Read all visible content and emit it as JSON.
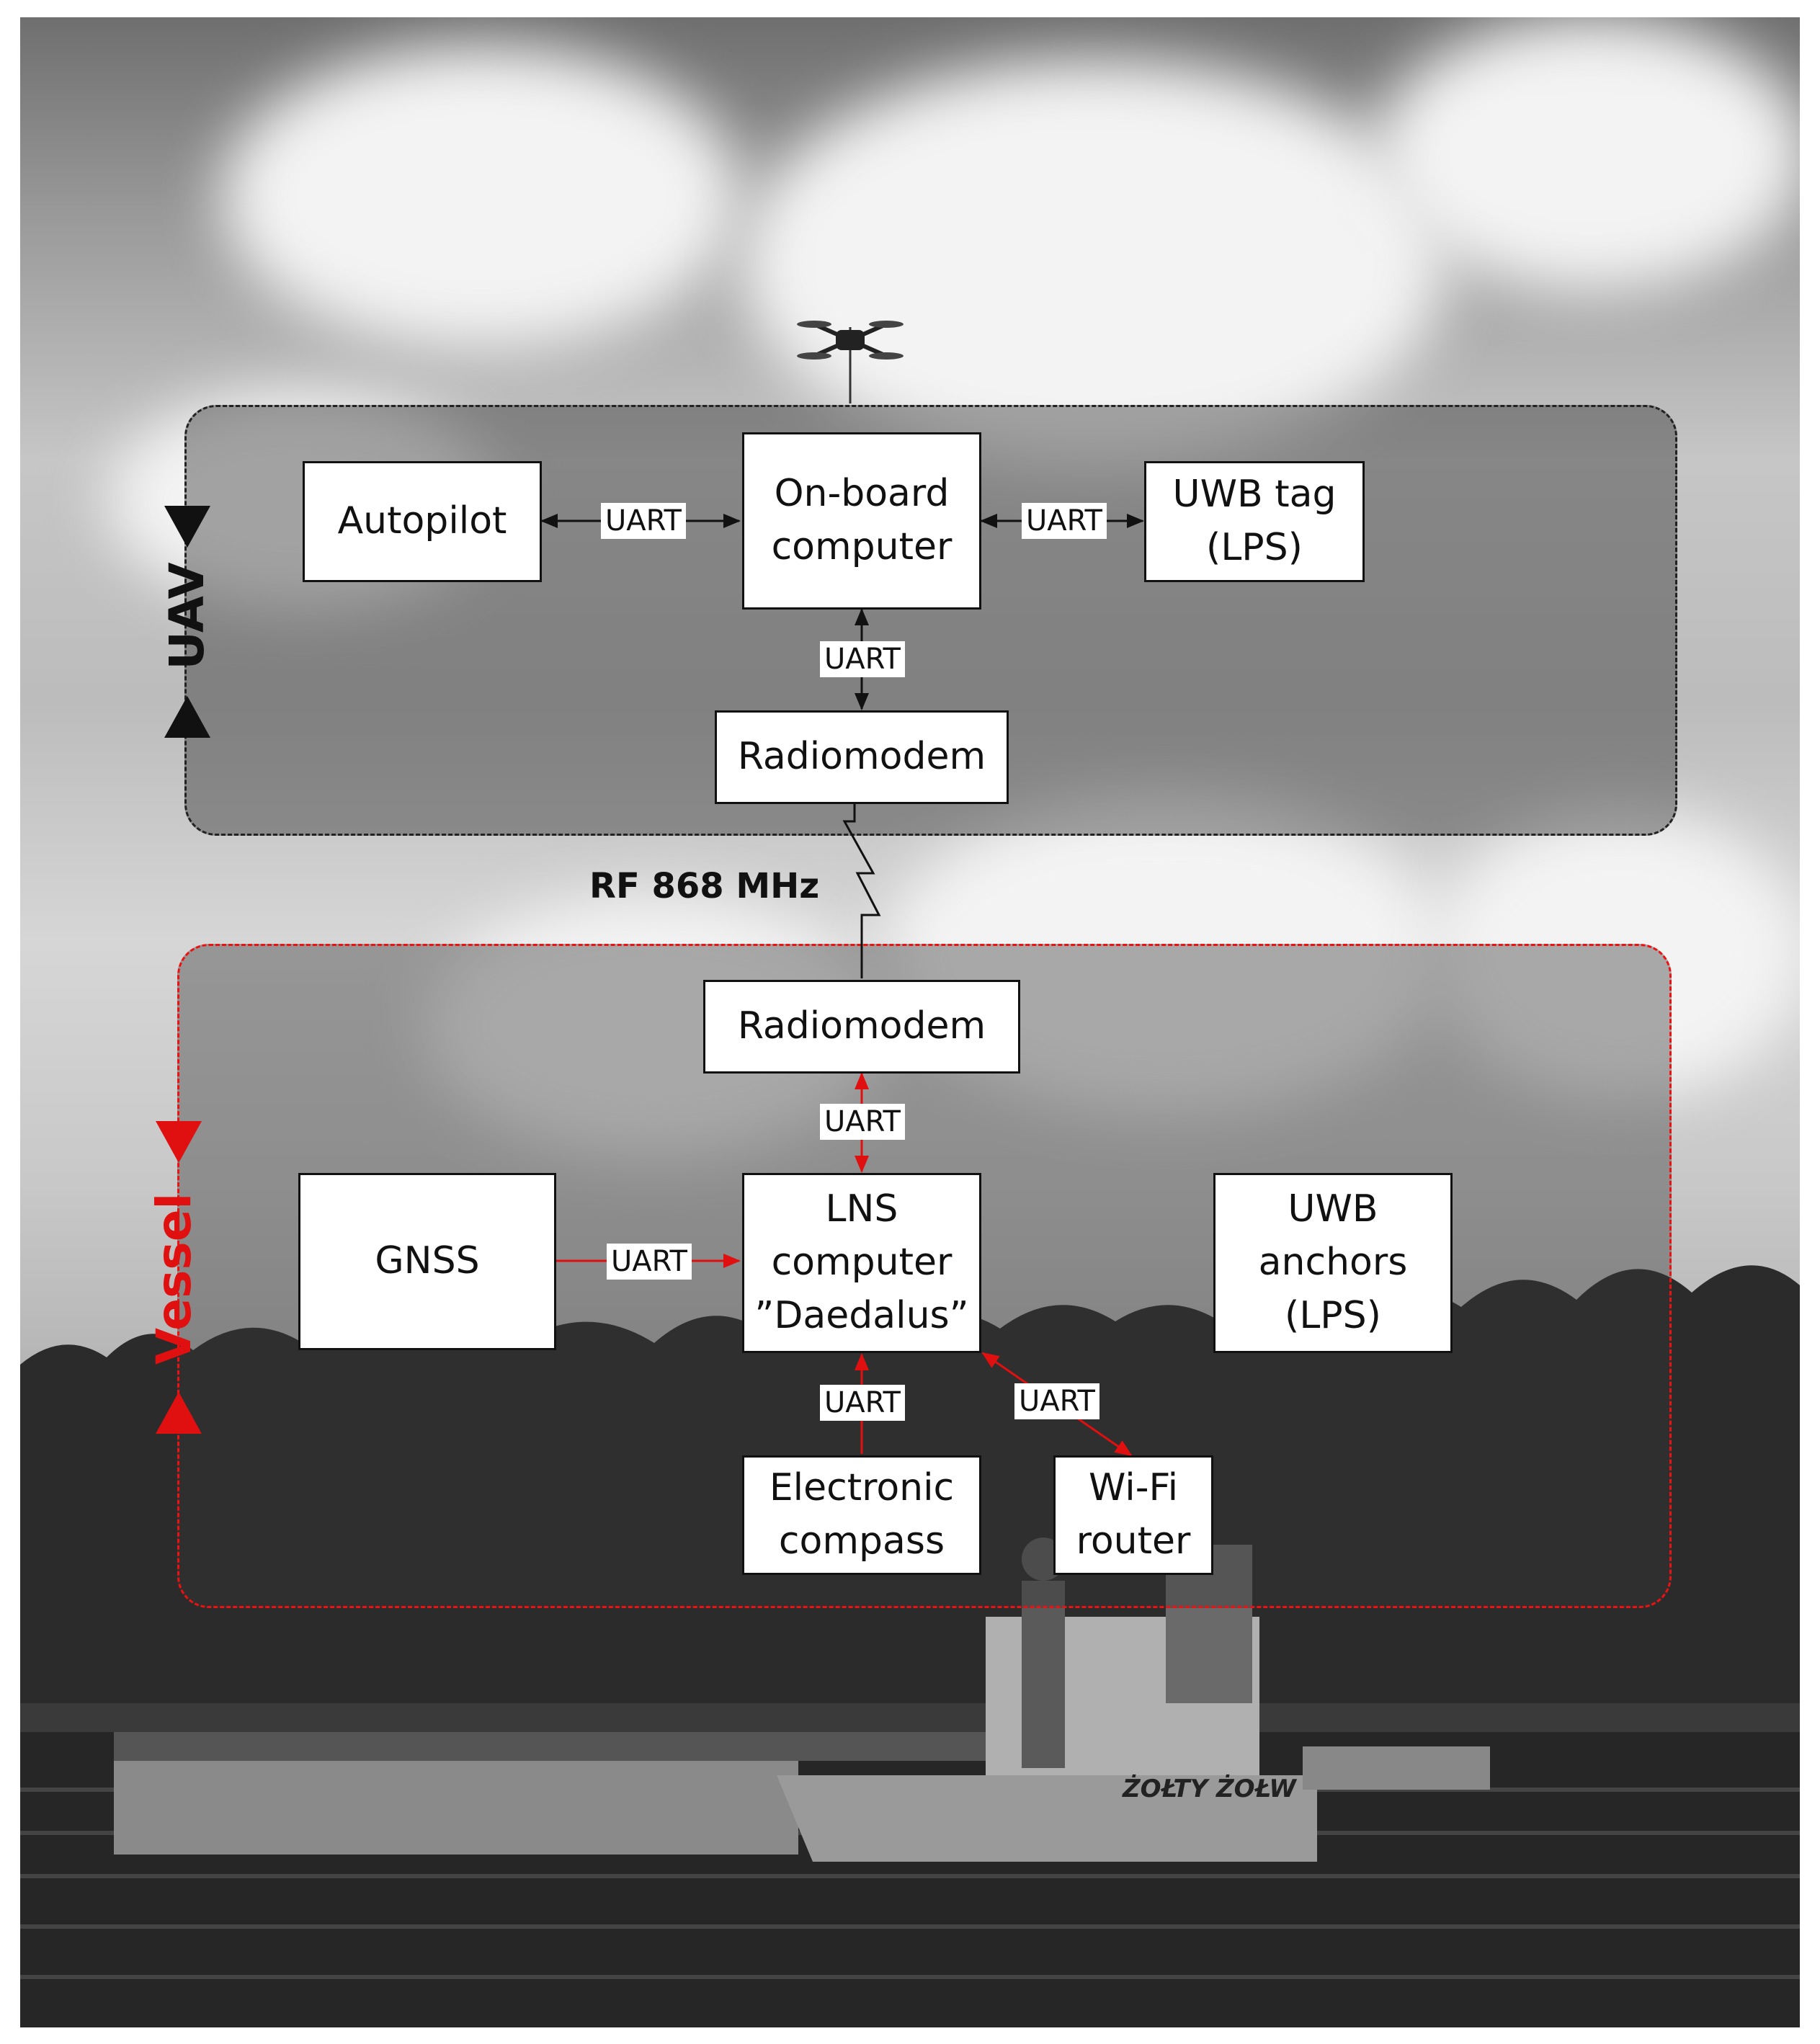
{
  "uav": {
    "label": "UAV",
    "boxes": {
      "autopilot": "Autopilot",
      "onboard": "On-board\ncomputer",
      "uwb_tag": "UWB tag\n(LPS)",
      "radiomodem": "Radiomodem"
    },
    "links": {
      "autopilot_onboard": "UART",
      "onboard_uwb": "UART",
      "onboard_radio": "UART"
    }
  },
  "rf": {
    "label": "RF 868 MHz"
  },
  "vessel": {
    "label": "Vessel",
    "boxes": {
      "radiomodem": "Radiomodem",
      "gnss": "GNSS",
      "lns": "LNS\ncomputer\n”Daedalus”",
      "uwb_anchors": "UWB\nanchors\n(LPS)",
      "compass": "Electronic\ncompass",
      "wifi": "Wi-Fi\nrouter"
    },
    "links": {
      "radio_lns": "UART",
      "gnss_lns": "UART",
      "compass_lns": "UART",
      "wifi_lns": "UART"
    }
  },
  "colors": {
    "uav": "#111111",
    "vessel": "#e01010"
  },
  "boat_name": "ŻOŁTY ŻOŁW"
}
